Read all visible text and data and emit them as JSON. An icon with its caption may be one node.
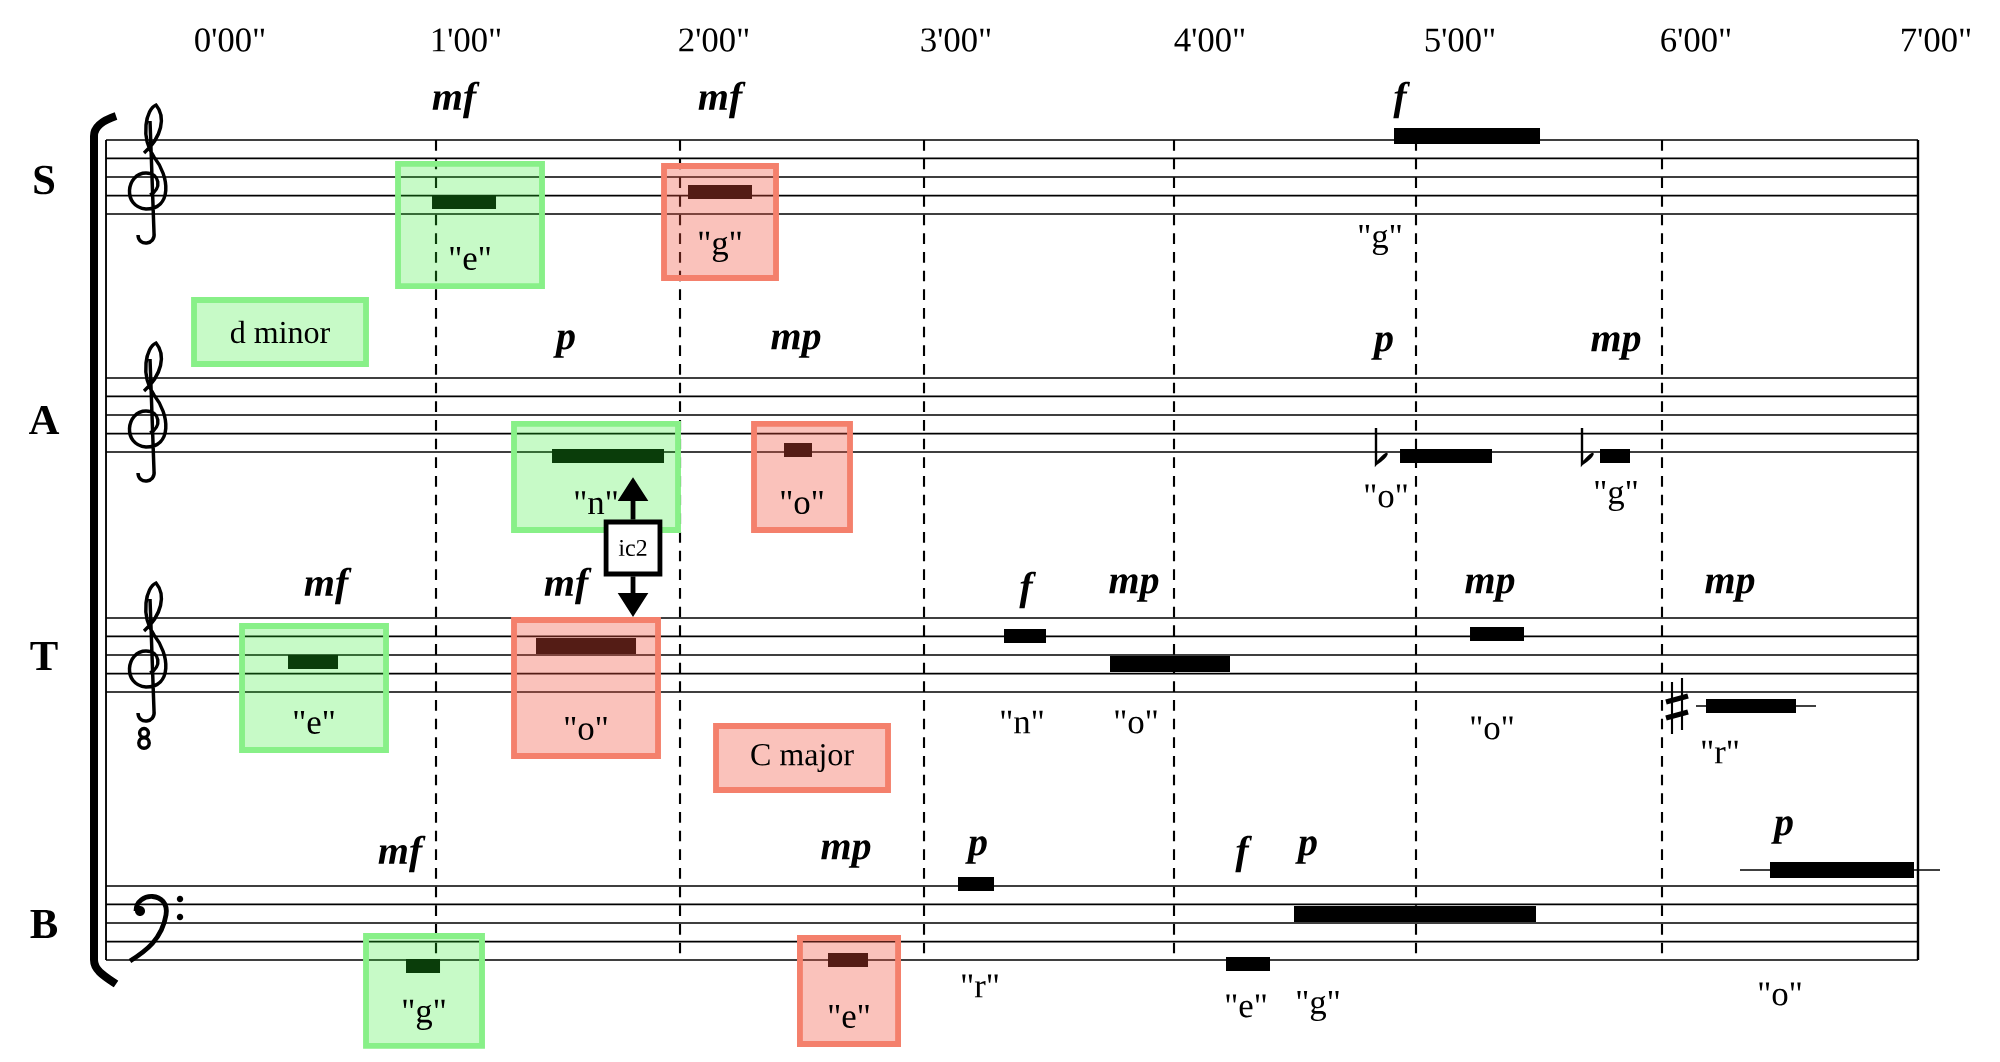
{
  "diagram": {
    "nodes": [
      {
        "text": [
          "\"e\""
        ]
      },
      {
        "text": [
          "\"g\""
        ]
      },
      {
        "text": [
          "d minor"
        ]
      },
      {
        "text": [
          "\"n\""
        ]
      },
      {
        "text": [
          "\"o\""
        ]
      },
      {
        "text": [
          "ic2"
        ]
      },
      {
        "text": [
          "\"e\""
        ]
      },
      {
        "text": [
          "\"o\""
        ]
      },
      {
        "text": [
          "C major"
        ]
      },
      {
        "text": [
          "\"g\""
        ]
      },
      {
        "text": [
          "\"e\""
        ]
      }
    ],
    "edges": [
      {
        "from": 5,
        "to": 3,
        "arrow": "to"
      },
      {
        "from": 5,
        "to": 7,
        "arrow": "to"
      }
    ],
    "labels": [
      "0'00\"",
      "1'00\"",
      "2'00\"",
      "3'00\"",
      "4'00\"",
      "5'00\"",
      "6'00\"",
      "7'00\"",
      "S",
      "mf",
      "mf",
      "f",
      "\"g\"",
      "A",
      "p",
      "mp",
      "p",
      "mp",
      "\"o\"",
      "\"g\"",
      "T",
      "mf",
      "mf",
      "f",
      "mp",
      "mp",
      "mp",
      "\"n\"",
      "\"o\"",
      "\"o\"",
      "\"r\"",
      "B",
      "mf",
      "mp",
      "p",
      "f",
      "p",
      "p",
      "\"r\"",
      "\"e\"",
      "\"g\"",
      "\"o\""
    ]
  }
}
